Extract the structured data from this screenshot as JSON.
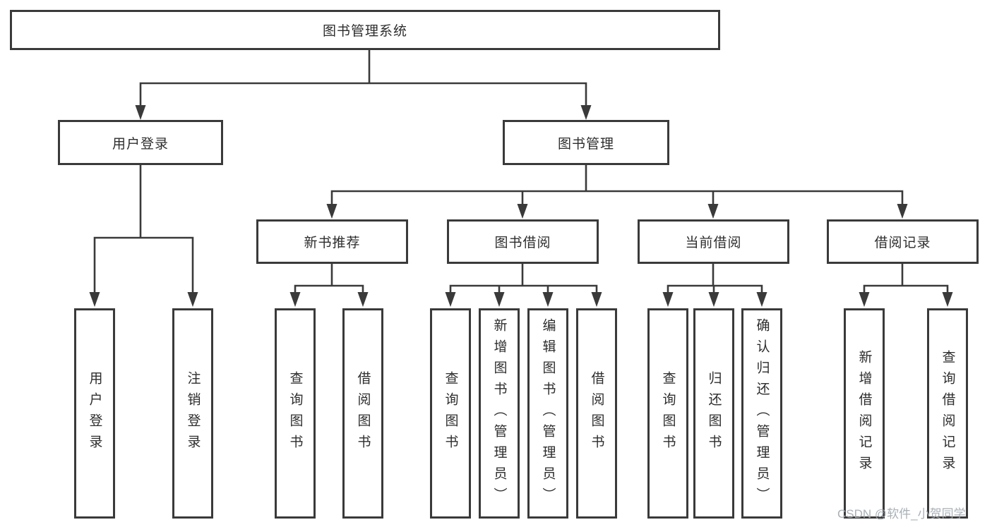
{
  "diagram": {
    "root": {
      "label": "图书管理系统"
    },
    "level2": [
      {
        "label": "用户登录"
      },
      {
        "label": "图书管理"
      }
    ],
    "level3": [
      {
        "label": "新书推荐"
      },
      {
        "label": "图书借阅"
      },
      {
        "label": "当前借阅"
      },
      {
        "label": "借阅记录"
      }
    ],
    "leaves": {
      "user_login": [
        "用户登录",
        "注销登录"
      ],
      "new_book": [
        "查询图书",
        "借阅图书"
      ],
      "book_borrow": [
        "查询图书",
        "新增图书（管理员）",
        "编辑图书（管理员）",
        "借阅图书"
      ],
      "current_borrow": [
        "查询图书",
        "归还图书",
        "确认归还（管理员）"
      ],
      "borrow_records": [
        "新增借阅记录",
        "查询借阅记录"
      ]
    }
  },
  "watermark": "CSDN @软件_小贺同学",
  "colors": {
    "line": "#3a3a3a",
    "box_border": "#3a3a3a",
    "text": "#2d2d2d",
    "watermark": "#a4acb3",
    "background": "#ffffff"
  }
}
